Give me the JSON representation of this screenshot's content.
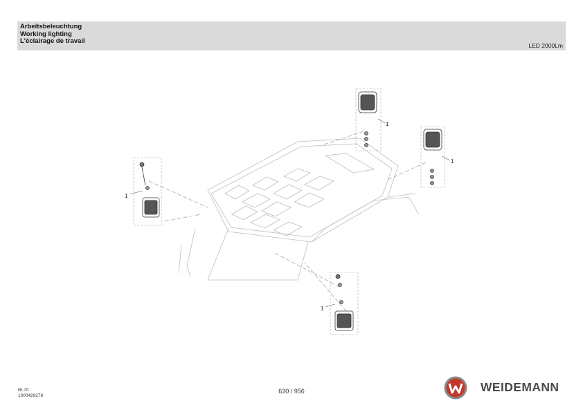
{
  "header": {
    "title_de": "Arbeitsbeleuchtung",
    "title_en": "Working lighting",
    "title_fr": "L'éclairage de travail",
    "variant": "LED 2000Lm"
  },
  "drawing": {
    "callouts": [
      "1",
      "1",
      "1",
      "1"
    ]
  },
  "footer": {
    "model": "RL70",
    "doc_number": "1000429278",
    "page": "630 / 956",
    "brand": "WEIDEMANN",
    "logo_icon": "weidemann-w-logo-icon",
    "brand_color": "#c0392b"
  }
}
